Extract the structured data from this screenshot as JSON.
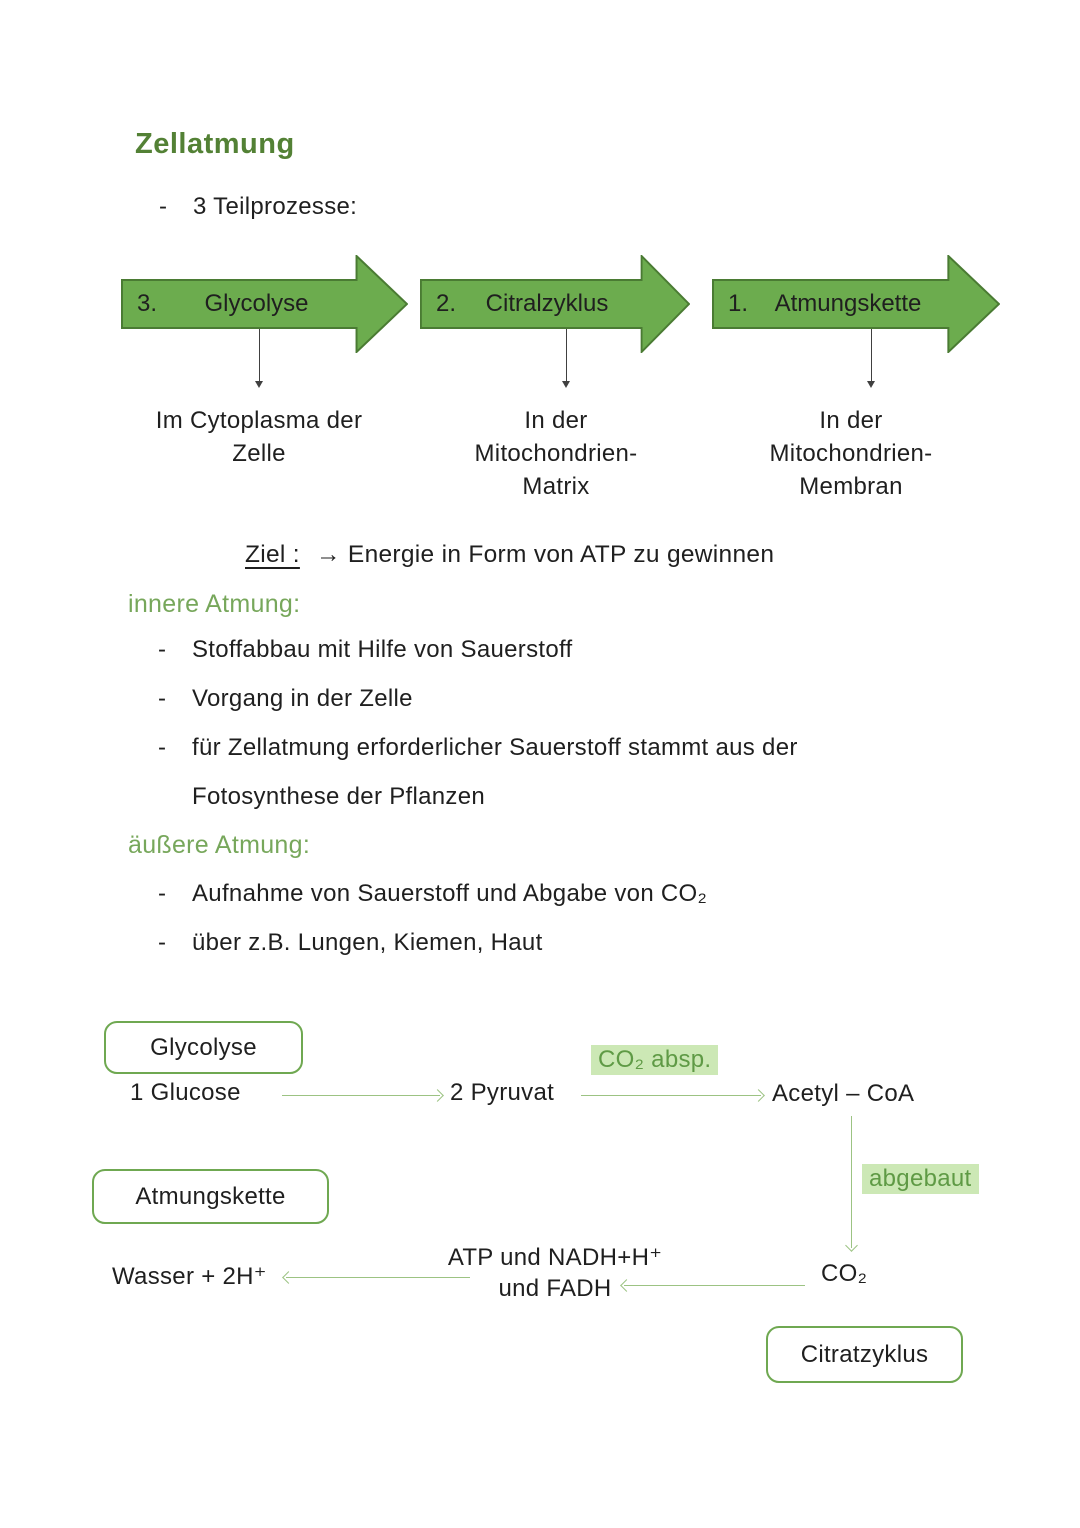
{
  "title": "Zellatmung",
  "intro": {
    "marker": "-",
    "text": "3 Teilprozesse:"
  },
  "process": {
    "arrows": [
      {
        "number": "3.",
        "label": "Glycolyse"
      },
      {
        "number": "2.",
        "label": "Citralzyklus"
      },
      {
        "number": "1.",
        "label": "Atmungskette"
      }
    ],
    "locations": [
      {
        "line1": "Im Cytoplasma der",
        "line2": "Zelle",
        "line3": ""
      },
      {
        "line1": "In der",
        "line2": "Mitochondrien-",
        "line3": "Matrix"
      },
      {
        "line1": "In der",
        "line2": "Mitochondrien-",
        "line3": "Membran"
      }
    ]
  },
  "ziel": {
    "label": "Ziel :",
    "text": "→ Energie in Form von ATP zu gewinnen"
  },
  "sections": {
    "innere": {
      "heading": "innere Atmung:",
      "items": [
        {
          "marker": "-",
          "text": "Stoffabbau mit Hilfe von Sauerstoff"
        },
        {
          "marker": "-",
          "text": "Vorgang in der Zelle"
        },
        {
          "marker": "-",
          "text": "für Zellatmung erforderlicher Sauerstoff stammt aus der",
          "continuation": "Fotosynthese der Pflanzen"
        }
      ]
    },
    "aeussere": {
      "heading": "äußere Atmung:",
      "items": [
        {
          "marker": "-",
          "text": "Aufnahme von Sauerstoff und Abgabe von CO₂"
        },
        {
          "marker": "-",
          "text": "über z.B. Lungen, Kiemen, Haut"
        }
      ]
    }
  },
  "diagram": {
    "boxes": {
      "glycolyse": "Glycolyse",
      "atmungskette": "Atmungskette",
      "citratzyklus": "Citratzyklus"
    },
    "nodes": {
      "glucose": "1 Glucose",
      "pyruvat": "2 Pyruvat",
      "acetyl_coa": "Acetyl – CoA",
      "wasser": "Wasser + 2H⁺",
      "atp_line1": "ATP und NADH+H⁺",
      "atp_line2": "und FADH",
      "co2": "CO₂"
    },
    "highlights": {
      "co2_absp": "CO₂ absp.",
      "abgebaut": "abgebaut"
    }
  },
  "colors": {
    "title_green": "#538135",
    "heading_green": "#77A75B",
    "arrow_fill": "#6CAC4E",
    "arrow_stroke": "#4A7B33",
    "connector_green": "#9CC383",
    "box_border": "#6FA851",
    "highlight_bg": "#CCE8B5",
    "highlight_text": "#5F9A45",
    "text": "#1F1F1F"
  }
}
